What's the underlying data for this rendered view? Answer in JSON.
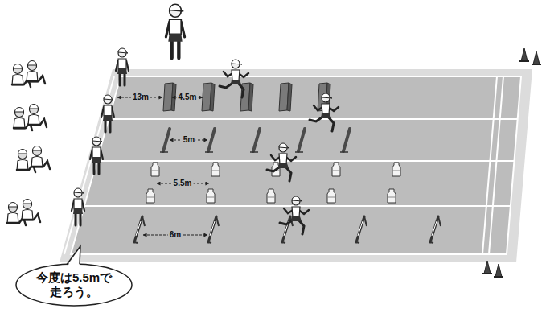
{
  "diagram": {
    "nodes": [
      {
        "text": [
          "今度は5.5mで 走ろう。"
        ]
      }
    ],
    "labels": [
      "13m",
      "4.5m",
      "5m",
      "5.5m",
      "6m"
    ]
  }
}
